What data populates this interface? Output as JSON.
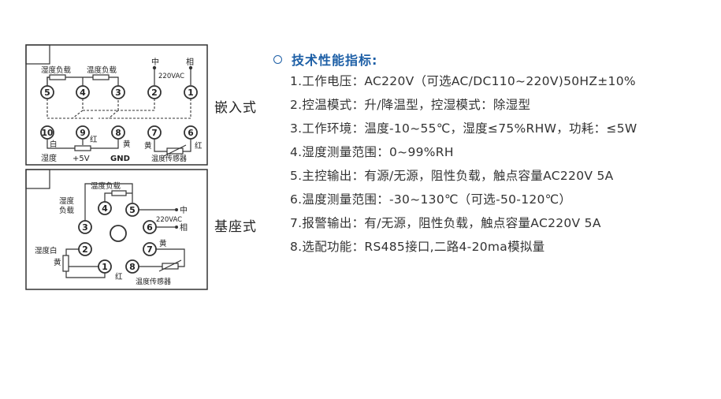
{
  "diagram_top": {
    "labels": {
      "humidity_load": "湿度负载",
      "temperature_load": "温度负载",
      "neutral": "中",
      "phase": "相",
      "voltage": "220VAC",
      "white": "白",
      "red": "红",
      "yellow": "黄",
      "humidity": "湿度",
      "plus5v": "+5V",
      "gnd": "GND",
      "temp_sensor": "温度传感器",
      "red2": "红"
    },
    "terminals_top": [
      "5",
      "4",
      "3",
      "2",
      "1"
    ],
    "terminals_bottom": [
      "10",
      "9",
      "8",
      "7",
      "6"
    ]
  },
  "diagram_bottom": {
    "labels": {
      "temperature_load": "温度负载",
      "humidity_load": "湿度\n负载",
      "neutral": "中",
      "voltage": "220VAC",
      "phase": "相",
      "yellow_top": "黄",
      "humidity_white": "湿度白",
      "yellow_left": "黄",
      "red": "红",
      "temp_sensor": "温度传感器"
    },
    "terminals": [
      "4",
      "5",
      "3",
      "6",
      "2",
      "7",
      "1",
      "8"
    ]
  },
  "mount_labels": {
    "embedded": "嵌入式",
    "base": "基座式"
  },
  "specs": {
    "title": "技术性能指标:",
    "items": [
      "1.工作电压：AC220V（可选AC/DC110~220V)50HZ±10%",
      "2.控温模式：升/降温型，控湿模式：除湿型",
      "3.工作环境：温度-10~55℃，湿度≤75%RHW，功耗：≤5W",
      "4.湿度测量范围：0~99%RH",
      "5.主控输出：有源/无源，阻性负载，触点容量AC220V 5A",
      "6.温度测量范围：-30~130℃（可选-50-120℃）",
      "7.报警输出：有/无源，阻性负载，触点容量AC220V  5A",
      "8.选配功能：RS485接口,二路4-20ma模拟量"
    ]
  }
}
